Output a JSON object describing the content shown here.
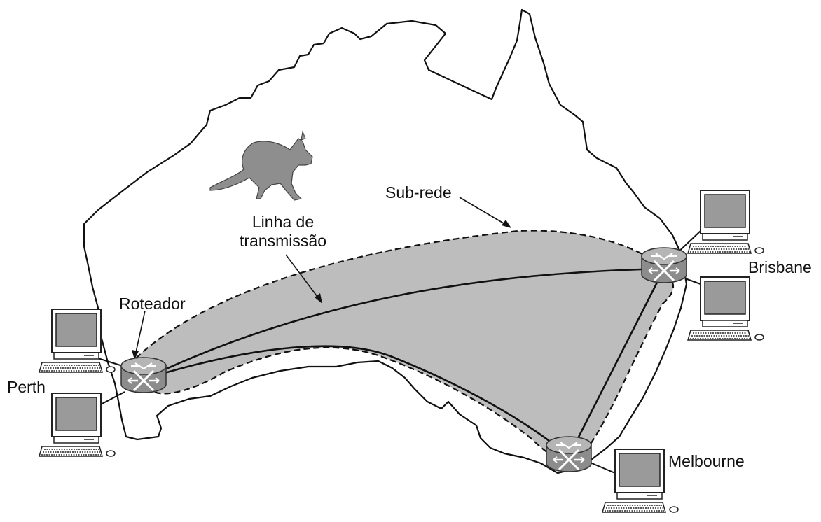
{
  "labels": {
    "subnet": "Sub-rede",
    "transmission_line_1": "Linha de",
    "transmission_line_2": "transmissão",
    "router": "Roteador",
    "perth": "Perth",
    "brisbane": "Brisbane",
    "melbourne": "Melbourne"
  },
  "colors": {
    "subnet_fill": "#bdbdbd",
    "outline": "#111111",
    "router_body": "#8c8c8c",
    "monitor_screen": "#9a9a9a",
    "kangaroo": "#8e8e8e"
  },
  "icons": [
    "kangaroo-icon",
    "router-icon",
    "computer-icon"
  ]
}
